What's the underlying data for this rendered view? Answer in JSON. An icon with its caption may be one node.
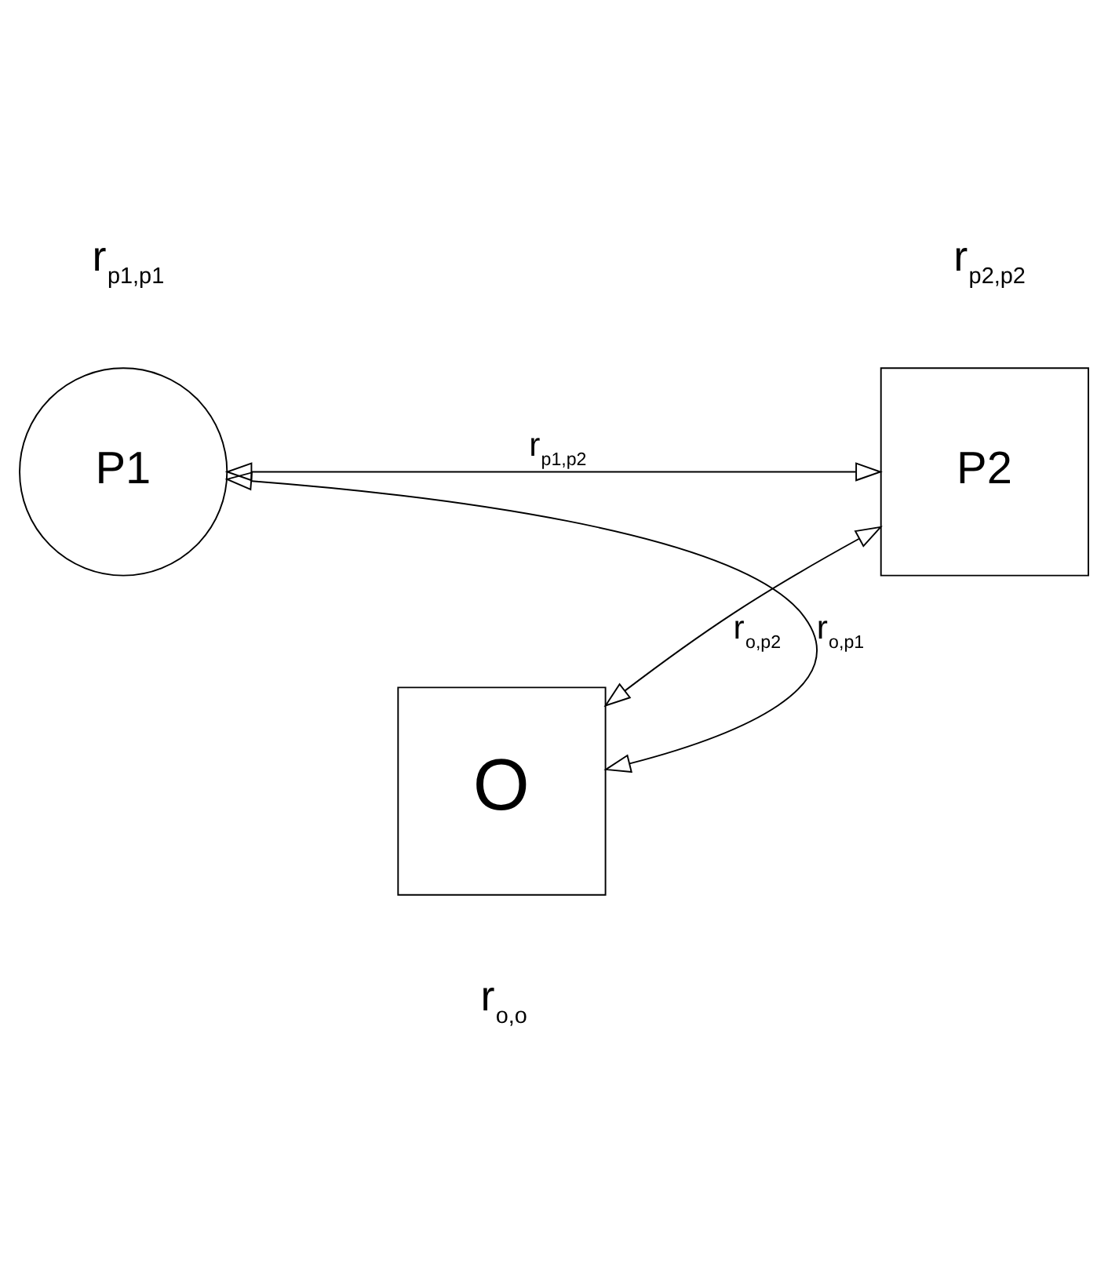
{
  "diagram": {
    "nodes": [
      {
        "text": [
          "P1"
        ],
        "beside": [
          "r$_{p1,p1}$"
        ]
      },
      {
        "text": [
          "P2"
        ],
        "beside": [
          "r$_{p2,p2}$"
        ]
      },
      {
        "text": [
          "O"
        ],
        "beside": [
          "r$_{o,o}$"
        ]
      }
    ],
    "edges": [
      {
        "from": 0,
        "to": 1,
        "arrow": "both",
        "label": "r$_{p1,p2}$"
      },
      {
        "from": 0,
        "to": 2,
        "arrow": "both",
        "label": "r$_{o,p1}$"
      },
      {
        "from": 1,
        "to": 2,
        "arrow": "both",
        "label": "r$_{o,p2}$"
      }
    ]
  }
}
